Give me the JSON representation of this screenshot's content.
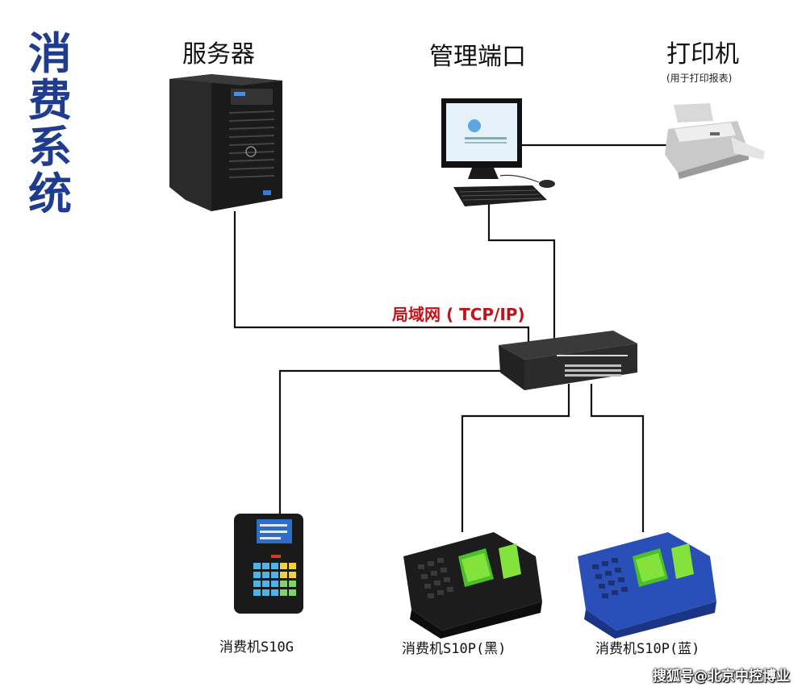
{
  "title_chars": [
    "消",
    "费",
    "系",
    "统"
  ],
  "nodes": {
    "server": {
      "label": "服务器"
    },
    "management": {
      "label": "管理端口"
    },
    "printer": {
      "label": "打印机",
      "note": "(用于打印报表)"
    },
    "network": {
      "label": "局域网 ( TCP/IP)"
    },
    "terminal_g": {
      "label": "消费机S10G"
    },
    "terminal_black": {
      "label": "消费机S10P(黑)"
    },
    "terminal_blue": {
      "label": "消费机S10P(蓝)"
    }
  },
  "watermark": "搜狐号@北京中控博业",
  "colors": {
    "title": "#1f3c8f",
    "network_label": "#c0141c",
    "line": "#111111",
    "terminal_blue_body": "#2a4fb8",
    "terminal_screen": "#7bdc3a"
  },
  "icons": {
    "server": "tower-server-icon",
    "monitor": "desktop-monitor-icon",
    "printer": "inkjet-printer-icon",
    "switch": "network-switch-icon",
    "terminal_g": "card-terminal-icon",
    "terminal_p": "desk-pos-terminal-icon"
  }
}
